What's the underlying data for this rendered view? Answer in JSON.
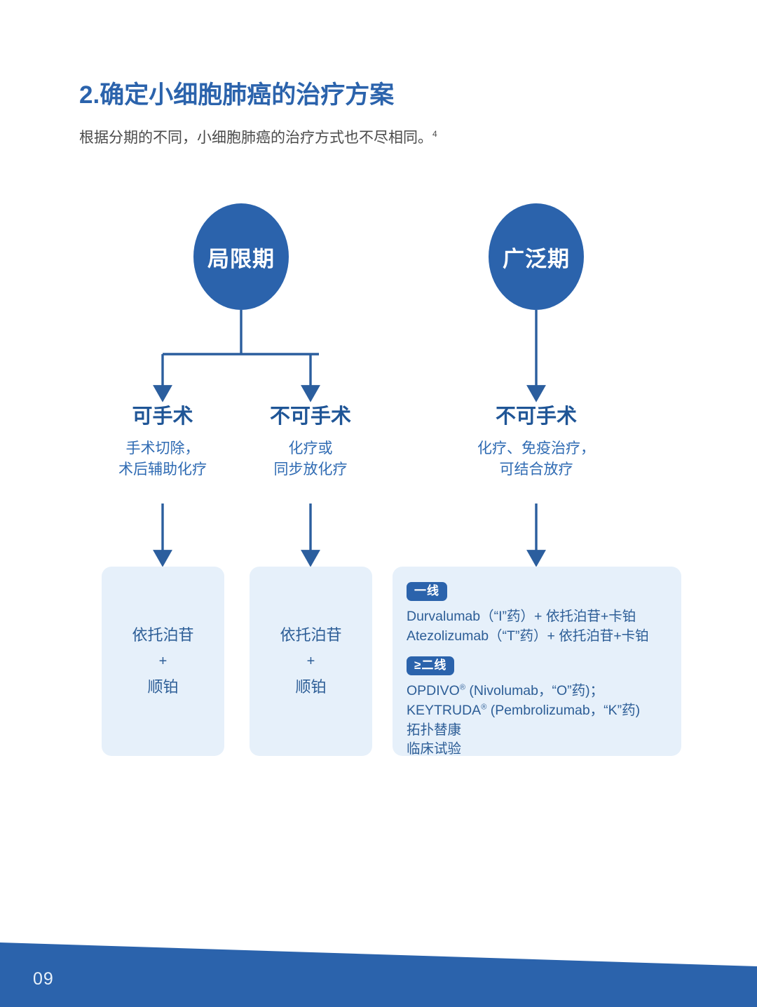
{
  "header": {
    "title": "2.确定小细胞肺癌的治疗方案",
    "subtitle": "根据分期的不同，小细胞肺癌的治疗方式也不尽相同。",
    "subtitle_ref": "4"
  },
  "colors": {
    "brand_blue": "#2B63AC",
    "title_blue": "#2B63AC",
    "heading_blue": "#1F5596",
    "body_blue": "#2C5D96",
    "box_fill": "#E6F0FA",
    "connector": "#2B5E9E",
    "footer_band": "#2B63AC"
  },
  "diagram": {
    "stages": [
      {
        "id": "limited",
        "label": "局限期"
      },
      {
        "id": "extensive",
        "label": "广泛期"
      }
    ],
    "branches": [
      {
        "id": "operable",
        "title": "可手术",
        "desc_lines": [
          "手术切除，",
          "术后辅助化疗"
        ]
      },
      {
        "id": "inoperable-limited",
        "title": "不可手术",
        "desc_lines": [
          "化疗或",
          "同步放化疗"
        ]
      },
      {
        "id": "inoperable-extensive",
        "title": "不可手术",
        "desc_lines": [
          "化疗、免疫治疗，",
          "可结合放疗"
        ]
      }
    ],
    "treatment_boxes": [
      {
        "id": "box-operable",
        "lines": [
          "依托泊苷",
          "+",
          "顺铂"
        ]
      },
      {
        "id": "box-inoperable-limited",
        "lines": [
          "依托泊苷",
          "+",
          "顺铂"
        ]
      }
    ],
    "extensive_box": {
      "groups": [
        {
          "badge": "一线",
          "items": [
            {
              "text": "Durvalumab（“I”药）+ 依托泊苷+卡铂"
            },
            {
              "text": "Atezolizumab（“T”药）+ 依托泊苷+卡铂"
            }
          ]
        },
        {
          "badge": "≥二线",
          "items": [
            {
              "text_before": "OPDIVO",
              "reg": "®",
              "text_after": " (Nivolumab，“O”药)；"
            },
            {
              "text_before": "KEYTRUDA",
              "reg": "®",
              "text_after": " (Pembrolizumab，“K”药)"
            },
            {
              "text": "拓扑替康"
            },
            {
              "text": "临床试验"
            }
          ]
        }
      ]
    }
  },
  "footer": {
    "page_number": "09"
  }
}
